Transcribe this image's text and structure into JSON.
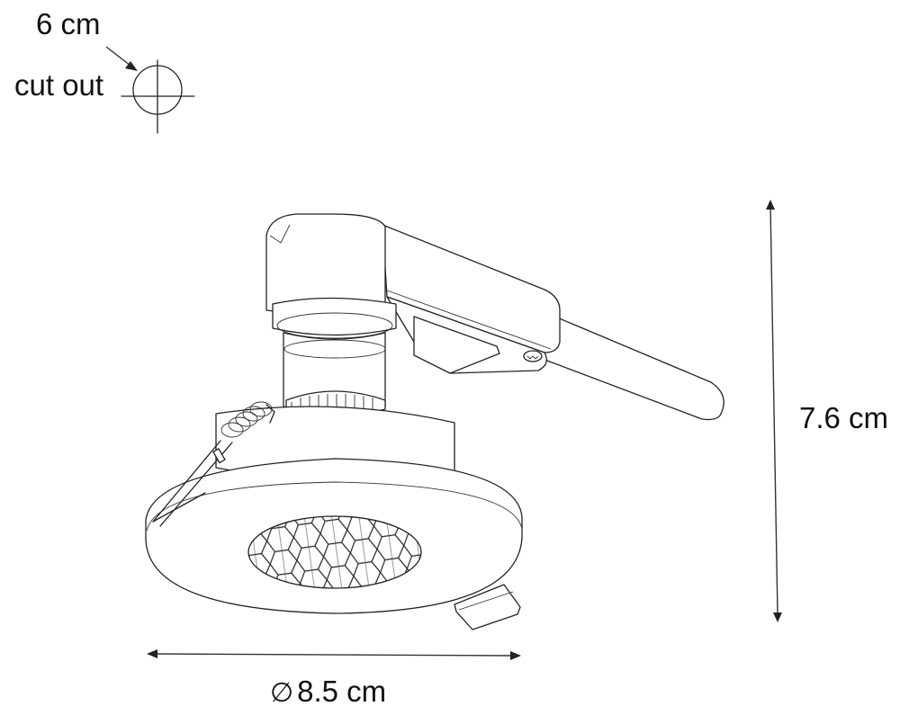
{
  "diagram": {
    "subject": "recessed spotlight with honeycomb anti-glare insert",
    "cutout": {
      "size_label": "6 cm",
      "text_label": "cut out",
      "symbol": "crosshair-circle-icon"
    },
    "dimensions": {
      "height": {
        "label": "7.6 cm",
        "orientation": "vertical"
      },
      "width": {
        "diameter_symbol": "∅",
        "label": "8.5 cm",
        "orientation": "horizontal"
      }
    },
    "parts": [
      "transformer-housing",
      "power-cable",
      "lamp-socket",
      "spring-clip",
      "trim-ring",
      "honeycomb-louvre",
      "bracket-tab"
    ],
    "colors": {
      "background": "#ffffff",
      "line": "#222222",
      "text": "#111111"
    }
  }
}
